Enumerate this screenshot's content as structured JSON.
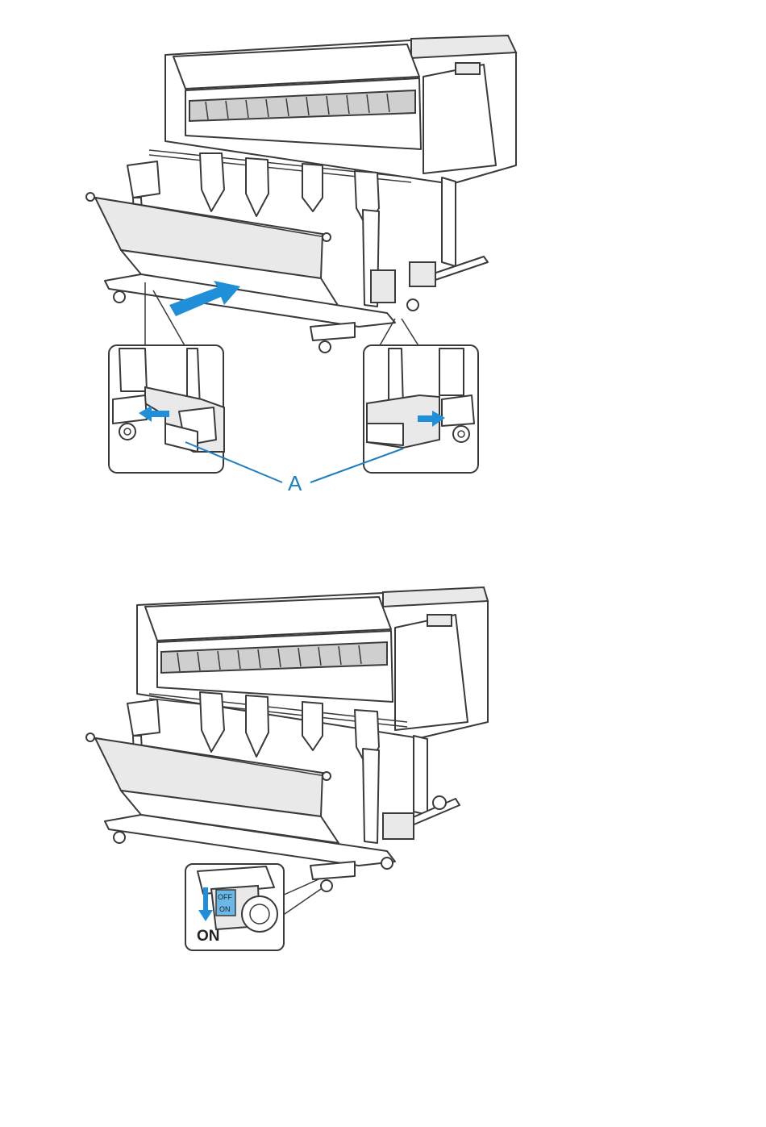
{
  "figure1": {
    "callout_label": "A",
    "icons": [
      "push-arrow-icon",
      "caster-lock-arrow-icon"
    ]
  },
  "figure2": {
    "switch_off_text": "OFF",
    "switch_on_text": "ON",
    "direction_label": "ON",
    "icons": [
      "down-arrow-icon"
    ]
  },
  "colors": {
    "accent": "#1e8fd8",
    "callout_line": "#1f7fc0",
    "line_art": "#3a3a3a"
  }
}
